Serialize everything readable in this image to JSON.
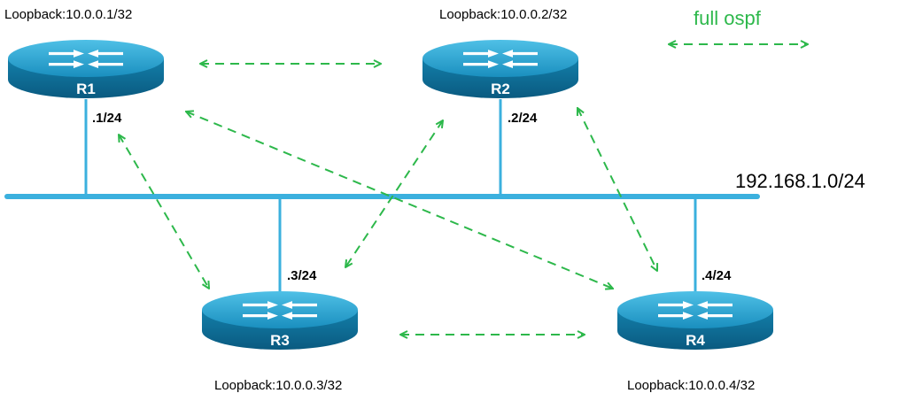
{
  "network": {
    "subnet": "192.168.1.0/24",
    "bus_color": "#3BB0DE"
  },
  "legend": {
    "label": "full ospf",
    "color": "#2DB84B"
  },
  "routers": [
    {
      "name": "R1",
      "loopback": "Loopback:10.0.0.1/32",
      "interface": ".1/24"
    },
    {
      "name": "R2",
      "loopback": "Loopback:10.0.0.2/32",
      "interface": ".2/24"
    },
    {
      "name": "R3",
      "loopback": "Loopback:10.0.0.3/32",
      "interface": ".3/24"
    },
    {
      "name": "R4",
      "loopback": "Loopback:10.0.0.4/32",
      "interface": ".4/24"
    }
  ],
  "adjacencies": [
    [
      "R1",
      "R2"
    ],
    [
      "R1",
      "R3"
    ],
    [
      "R1",
      "R4"
    ],
    [
      "R2",
      "R3"
    ],
    [
      "R2",
      "R4"
    ],
    [
      "R3",
      "R4"
    ]
  ],
  "router_colors": {
    "top": "#1E9FCC",
    "side": "#0E6F98",
    "arrows": "#FFFFFF"
  }
}
